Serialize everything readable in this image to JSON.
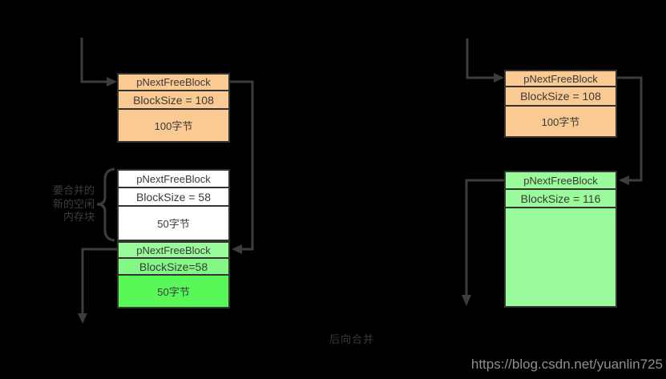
{
  "caption": "后向合并",
  "watermark": "https://blog.csdn.net/yuanlin725",
  "left_diagram": {
    "label": {
      "line1": "要合并的",
      "line2": "新的空闲",
      "line3": "内存块"
    },
    "top_block": {
      "row1": "pNextFreeBlock",
      "row2": "BlockSize = 108",
      "row3": "100字节"
    },
    "middle_block": {
      "row1": "pNextFreeBlock",
      "row2": "BlockSize = 58",
      "row3": "50字节"
    },
    "bottom_block": {
      "row1": "pNextFreeBlock",
      "row2": "BlockSize=58",
      "row3": "50字节"
    }
  },
  "right_diagram": {
    "top_block": {
      "row1": "pNextFreeBlock",
      "row2": "BlockSize = 108",
      "row3": "100字节"
    },
    "merged_block": {
      "row1": "pNextFreeBlock",
      "row2": "BlockSize = 116",
      "row3": ""
    }
  },
  "colors": {
    "background": "#000000",
    "orange_fill": "#fbc992",
    "white_fill": "#ffffff",
    "green_light": "#99fb99",
    "green_mid": "#84f884",
    "green_bright": "#59f859",
    "border": "#333333",
    "arrow": "#3d3d3d",
    "block_text": "#3a3a3a",
    "watermark_text": "#8f8f8f"
  }
}
